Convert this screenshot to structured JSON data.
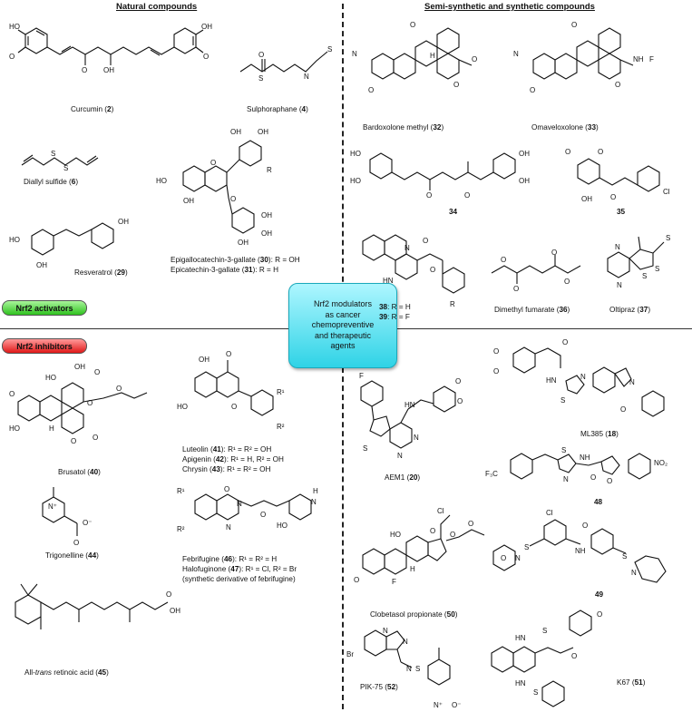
{
  "headers": {
    "natural": "Natural compounds",
    "synthetic": "Semi-synthetic and synthetic compounds"
  },
  "pills": {
    "activators": "Nrf2 activators",
    "inhibitors": "Nrf2 inhibitors"
  },
  "center_box": "Nrf2 modulators\nas cancer\nchemopreventive\nand therapeutic\nagents",
  "compounds": {
    "curcumin": {
      "name": "Curcumin (",
      "num": "2",
      "close": ")"
    },
    "sulphoraphane": {
      "name": "Sulphoraphane (",
      "num": "4",
      "close": ")"
    },
    "diallyl": {
      "name": "Diallyl sulfide (",
      "num": "6",
      "close": ")"
    },
    "egcg": {
      "name": "Epigallocatechin-3-gallate (",
      "num": "30",
      "close": "): R = OH"
    },
    "ecg": {
      "name": "Epicatechin-3-gallate (",
      "num": "31",
      "close": "): R = H"
    },
    "resveratrol": {
      "name": "Resveratrol (",
      "num": "29",
      "close": ")"
    },
    "bardoxolone": {
      "name": "Bardoxolone methyl (",
      "num": "32",
      "close": ")"
    },
    "omaveloxolone": {
      "name": "Omaveloxolone (",
      "num": "33",
      "close": ")"
    },
    "c34": {
      "num": "34"
    },
    "c35": {
      "num": "35"
    },
    "c38": {
      "num": "38",
      "rest": ": R = H"
    },
    "c39": {
      "num": "39",
      "rest": ": R = F"
    },
    "dmf": {
      "name": "Dimethyl fumarate (",
      "num": "36",
      "close": ")"
    },
    "oltipraz": {
      "name": "Oltipraz (",
      "num": "37",
      "close": ")"
    },
    "brusatol": {
      "name": "Brusatol (",
      "num": "40",
      "close": ")"
    },
    "luteolin": {
      "name": "Luteolin (",
      "num": "41",
      "close": "): R¹ = R² = OH"
    },
    "apigenin": {
      "name": "Apigenin (",
      "num": "42",
      "close": "): R¹ = H, R² = OH"
    },
    "chrysin": {
      "name": "Chrysin (",
      "num": "43",
      "close": "): R¹ = R² = OH"
    },
    "trigonelline": {
      "name": "Trigonelline (",
      "num": "44",
      "close": ")"
    },
    "febrifugine": {
      "name": "Febrifugine (",
      "num": "46",
      "close": "): R¹ = R² = H"
    },
    "halofuginone": {
      "name": "Halofuginone (",
      "num": "47",
      "close": "): R¹ = Cl, R² = Br"
    },
    "halofuginone_note": "(synthetic derivative of febrifugine)",
    "retinoic": {
      "name_a": "All-",
      "name_i": "trans",
      "name_b": " retinoic acid (",
      "num": "45",
      "close": ")"
    },
    "aem1": {
      "name": "AEM1 (",
      "num": "20",
      "close": ")"
    },
    "ml385": {
      "name": "ML385 (",
      "num": "18",
      "close": ")"
    },
    "c48": {
      "num": "48"
    },
    "c49": {
      "num": "49"
    },
    "clobetasol": {
      "name": "Clobetasol propionate (",
      "num": "50",
      "close": ")"
    },
    "pik75": {
      "name": "PIK-75 (",
      "num": "52",
      "close": ")"
    },
    "k67": {
      "name": "K67 (",
      "num": "51",
      "close": ")"
    }
  },
  "atoms": {
    "HO": "HO",
    "OH": "OH",
    "O": "O",
    "S": "S",
    "N": "N",
    "C": "C",
    "R": "R",
    "N_C": "N",
    "Cl": "Cl",
    "F": "F",
    "Br": "Br",
    "NH": "NH",
    "H": "H",
    "HN": "HN",
    "R1": "R¹",
    "R2": "R²",
    "O_minus": "O⁻",
    "N_plus": "N⁺",
    "CF3": "F₃C",
    "NO2": "NO₂",
    "H_dot": "H",
    "NC": "N"
  },
  "icons": {
    "molecule": "chemical-structure-icon"
  }
}
